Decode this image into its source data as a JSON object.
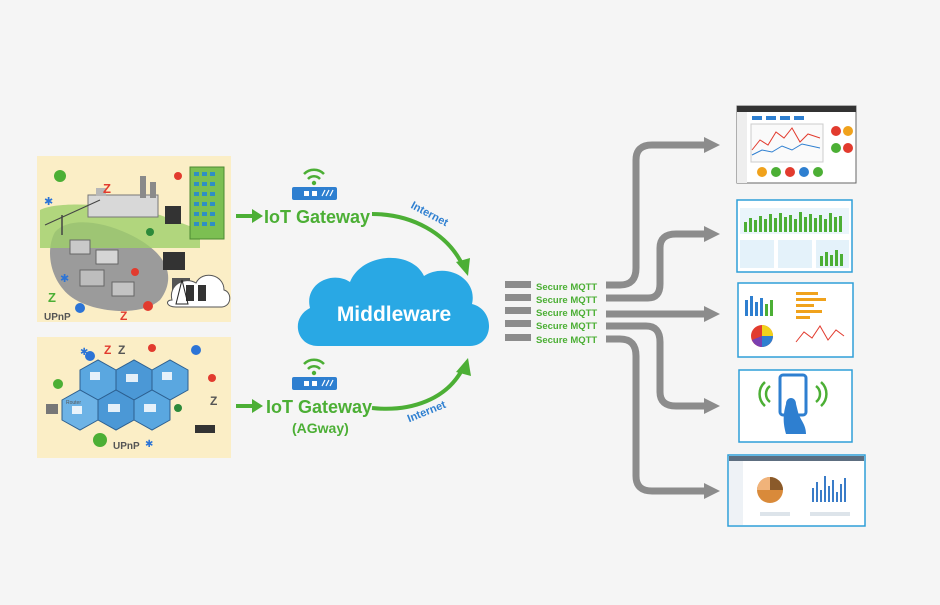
{
  "gateways": [
    {
      "label": "IoT Gateway",
      "sublabel": ""
    },
    {
      "label": "IoT Gateway",
      "sublabel": "(AGway)"
    }
  ],
  "links": {
    "top": "Internet",
    "bottom": "Internet"
  },
  "middleware": {
    "label": "Middleware"
  },
  "mqtt": {
    "labels": [
      "Secure MQTT",
      "Secure MQTT",
      "Secure MQTT",
      "Secure MQTT",
      "Secure MQTT"
    ]
  },
  "scenes": {
    "top_icons": {
      "zigbee": "Z",
      "upnp": "UPnP"
    },
    "bottom_icons": {
      "zigbee": "Z",
      "upnp": "UPnP",
      "router": "Router"
    }
  },
  "colors": {
    "green": "#4caf35",
    "cloud": "#29a8e4",
    "grey_arrow": "#8c8c8c",
    "scene_bg": "#fbeec6",
    "thumb_border": "#2f9fd8"
  }
}
